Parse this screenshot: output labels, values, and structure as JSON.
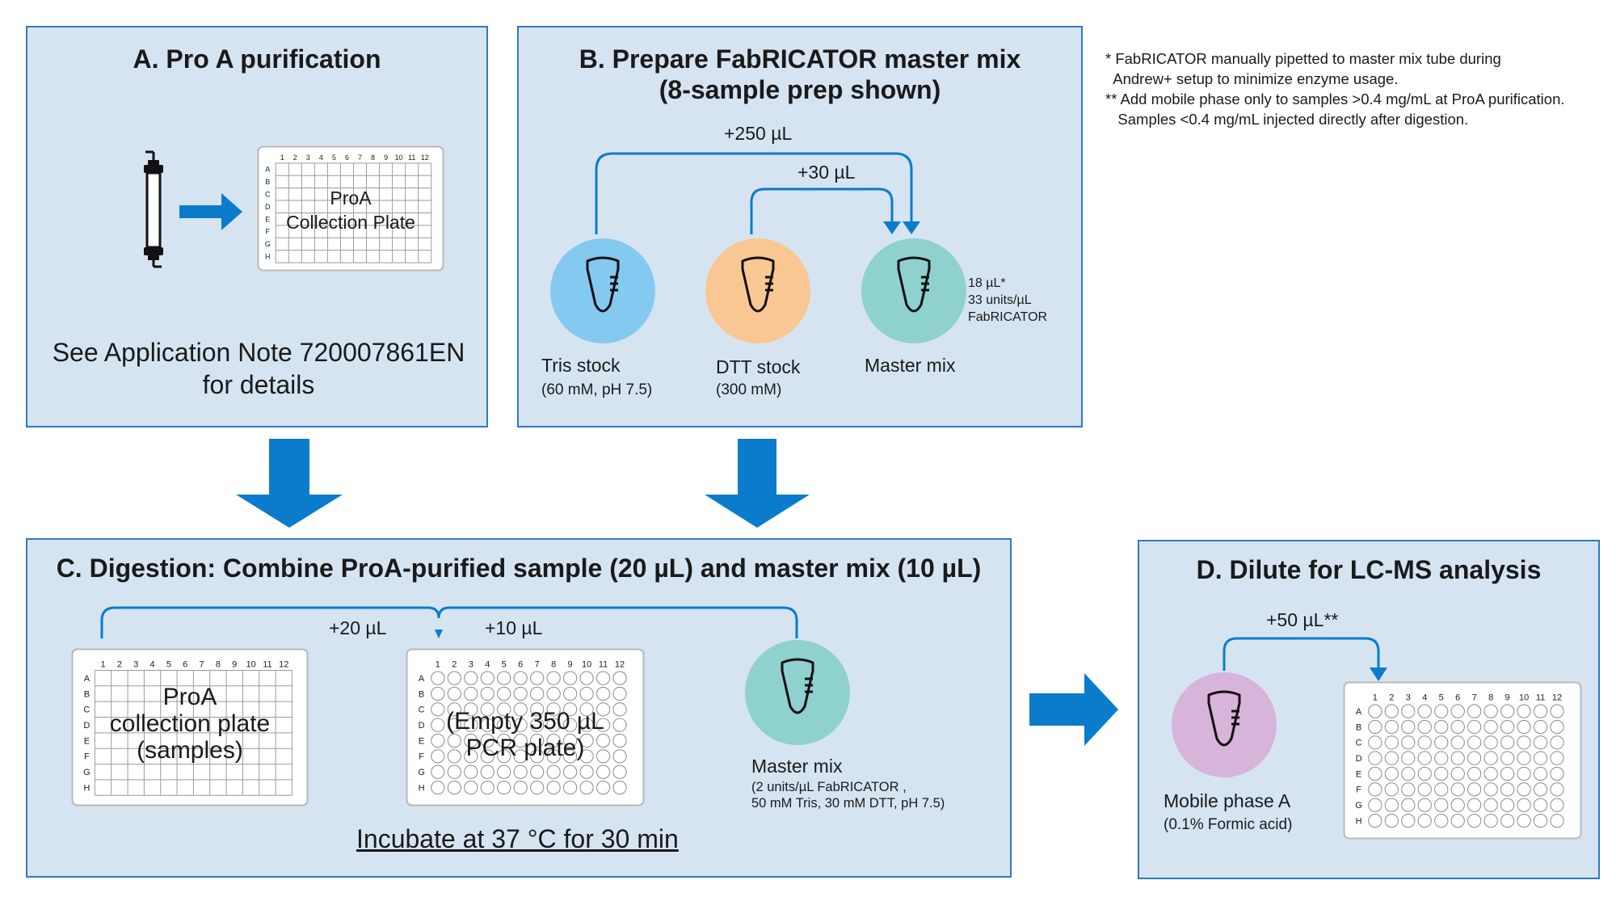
{
  "notes": {
    "note1_line1": "* FabRICATOR manually pipetted to master mix tube during",
    "note1_line2": "  Andrew+ setup to minimize enzyme usage.",
    "note2_line1": "** Add mobile phase only to samples >0.4 mg/mL at ProA purification.",
    "note2_line2": "   Samples <0.4 mg/mL injected directly after digestion."
  },
  "panelA": {
    "title": "A. Pro A purification",
    "plate_label_line1": "ProA",
    "plate_label_line2": "Collection Plate",
    "details_line1": "See Application Note 720007861EN",
    "details_line2": "for details"
  },
  "panelB": {
    "title_line1": "B. Prepare FabRICATOR master mix",
    "title_line2": "(8-sample prep shown)",
    "transfer_tris": "+250 µL",
    "transfer_dtt": "+30 µL",
    "tris_label": "Tris stock",
    "tris_sub": "(60 mM, pH 7.5)",
    "dtt_label": "DTT stock",
    "dtt_sub": "(300 mM)",
    "mix_label": "Master mix",
    "mix_note_line1": "18 µL*",
    "mix_note_line2": "33 units/µL",
    "mix_note_line3": "FabRICATOR"
  },
  "panelC": {
    "title": "C. Digestion: Combine ProA-purified sample (20 µL) and master mix (10 µL)",
    "transfer_sample": "+20 µL",
    "transfer_mix": "+10 µL",
    "plate1_line1": "ProA",
    "plate1_line2": "collection plate",
    "plate1_line3": "(samples)",
    "plate2_line1": "(Empty 350 µL",
    "plate2_line2": "PCR plate)",
    "mix_label": "Master mix",
    "mix_sub_line1": "(2 units/µL  FabRICATOR ,",
    "mix_sub_line2": "50 mM Tris, 30 mM DTT, pH 7.5)",
    "incubate": "Incubate at 37 °C for 30 min"
  },
  "panelD": {
    "title": "D. Dilute for LC-MS analysis",
    "transfer": "+50 µL**",
    "mp_label": "Mobile phase A",
    "mp_sub": "(0.1% Formic acid)"
  },
  "plate": {
    "cols": [
      "1",
      "2",
      "3",
      "4",
      "5",
      "6",
      "7",
      "8",
      "9",
      "10",
      "11",
      "12"
    ],
    "rows": [
      "A",
      "B",
      "C",
      "D",
      "E",
      "F",
      "G",
      "H"
    ]
  },
  "colors": {
    "panel_fill": "#d6e4f2",
    "panel_border": "#2f79c2",
    "arrow": "#0b7ccb",
    "tris_fill": "#84c9ef",
    "dtt_fill": "#f8c794",
    "mix_fill": "#8fd1cf",
    "mobile_phase_fill": "#d7b4d9"
  }
}
